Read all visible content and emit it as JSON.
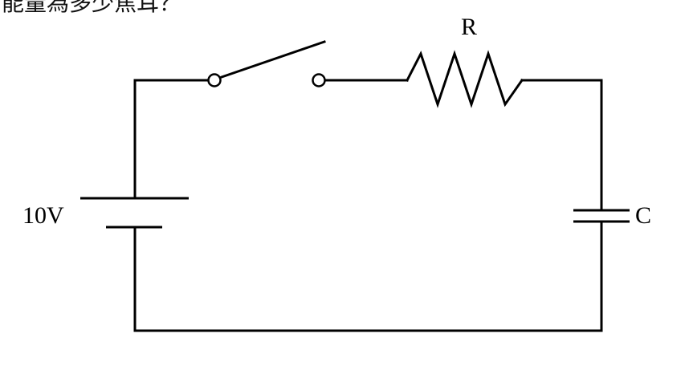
{
  "question": {
    "text_fragment": "能量為多少焦耳？"
  },
  "circuit": {
    "battery_label": "10V",
    "resistor_label": "R",
    "capacitor_label": "C"
  }
}
